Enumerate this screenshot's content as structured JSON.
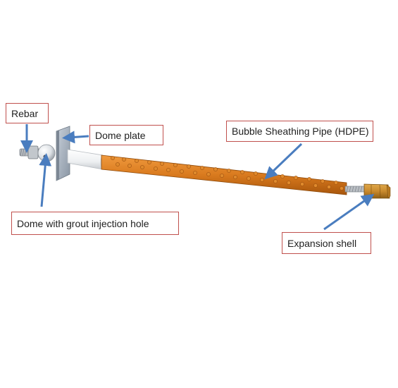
{
  "labels": {
    "rebar": "Rebar",
    "dome_plate": "Dome plate",
    "pipe": "Bubble Sheathing Pipe (HDPE)",
    "dome": "Dome with grout injection hole",
    "expansion_shell": "Expansion shell"
  },
  "colors": {
    "callout_border": "#c0504d",
    "arrow": "#4a7dbf",
    "pipe": "#d97a1e",
    "pipe_dark": "#a8560c",
    "bubble": "#e08a2c",
    "plate": "#aab4c0",
    "shell": "#c98a2e",
    "rod": "#9aa0a6"
  }
}
